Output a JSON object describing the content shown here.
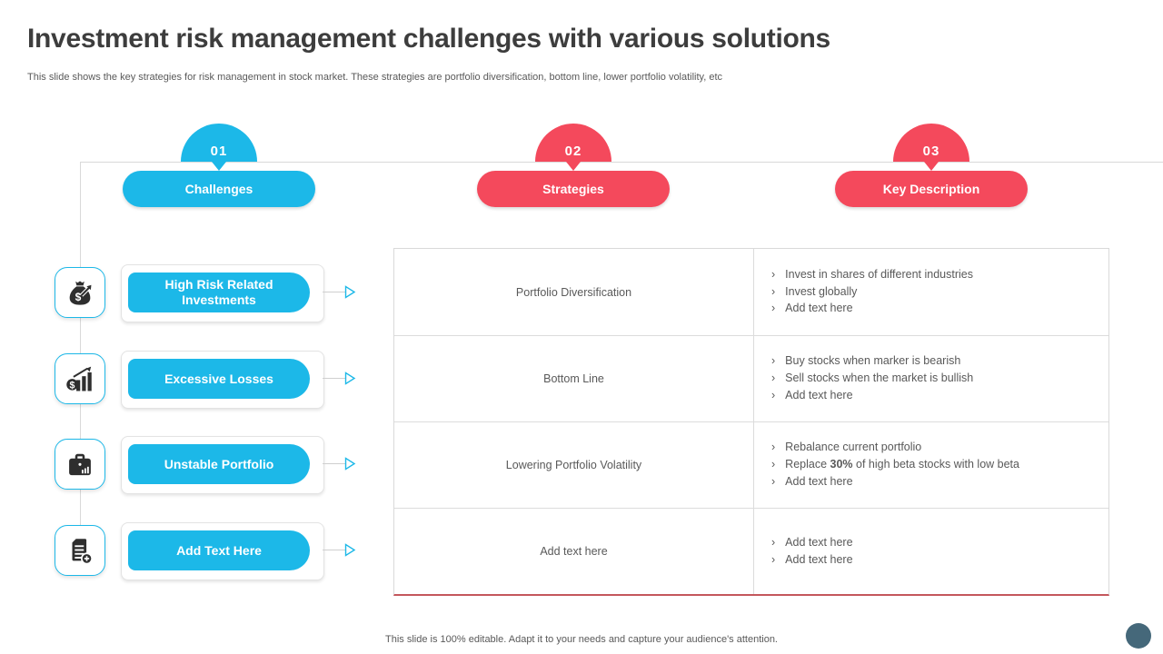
{
  "slide": {
    "title": "Investment risk management challenges with various solutions",
    "subtitle": "This slide shows the key strategies for risk management in stock market. These strategies are portfolio diversification, bottom line, lower portfolio volatility, etc",
    "footer": "This slide is 100% editable. Adapt it to your needs and capture your audience's attention."
  },
  "colors": {
    "blue": "#1CB8E8",
    "red": "#F4495C",
    "title_text": "#3D3D3D",
    "body_text": "#595959",
    "line_gray": "#D9D9D9",
    "table_bottom_red": "#C4575C",
    "icon_dark": "#2E2E2E",
    "corner_circle": "#45687A"
  },
  "columns": [
    {
      "number": "01",
      "label": "Challenges",
      "color": "#1CB8E8"
    },
    {
      "number": "02",
      "label": "Strategies",
      "color": "#F4495C"
    },
    {
      "number": "03",
      "label": "Key Description",
      "color": "#F4495C"
    }
  ],
  "challenges": [
    {
      "icon": "money-bag-icon",
      "label": "High Risk Related Investments"
    },
    {
      "icon": "growth-chart-icon",
      "label": "Excessive Losses"
    },
    {
      "icon": "briefcase-icon",
      "label": "Unstable Portfolio"
    },
    {
      "icon": "document-add-icon",
      "label": "Add Text Here"
    }
  ],
  "table": {
    "bullet_char": "›",
    "rows": [
      {
        "strategy": "Portfolio Diversification",
        "points": [
          "Invest in shares of different industries",
          "Invest globally",
          "Add text here"
        ]
      },
      {
        "strategy": "Bottom Line",
        "points": [
          "Buy stocks when marker is bearish",
          "Sell stocks when the market is bullish",
          "Add text here"
        ]
      },
      {
        "strategy": "Lowering Portfolio Volatility",
        "points": [
          "Rebalance current portfolio",
          "Replace **30%** of high beta stocks with low beta",
          "Add text here"
        ]
      },
      {
        "strategy": "Add text here",
        "points": [
          "Add text here",
          "Add text here"
        ]
      }
    ]
  }
}
